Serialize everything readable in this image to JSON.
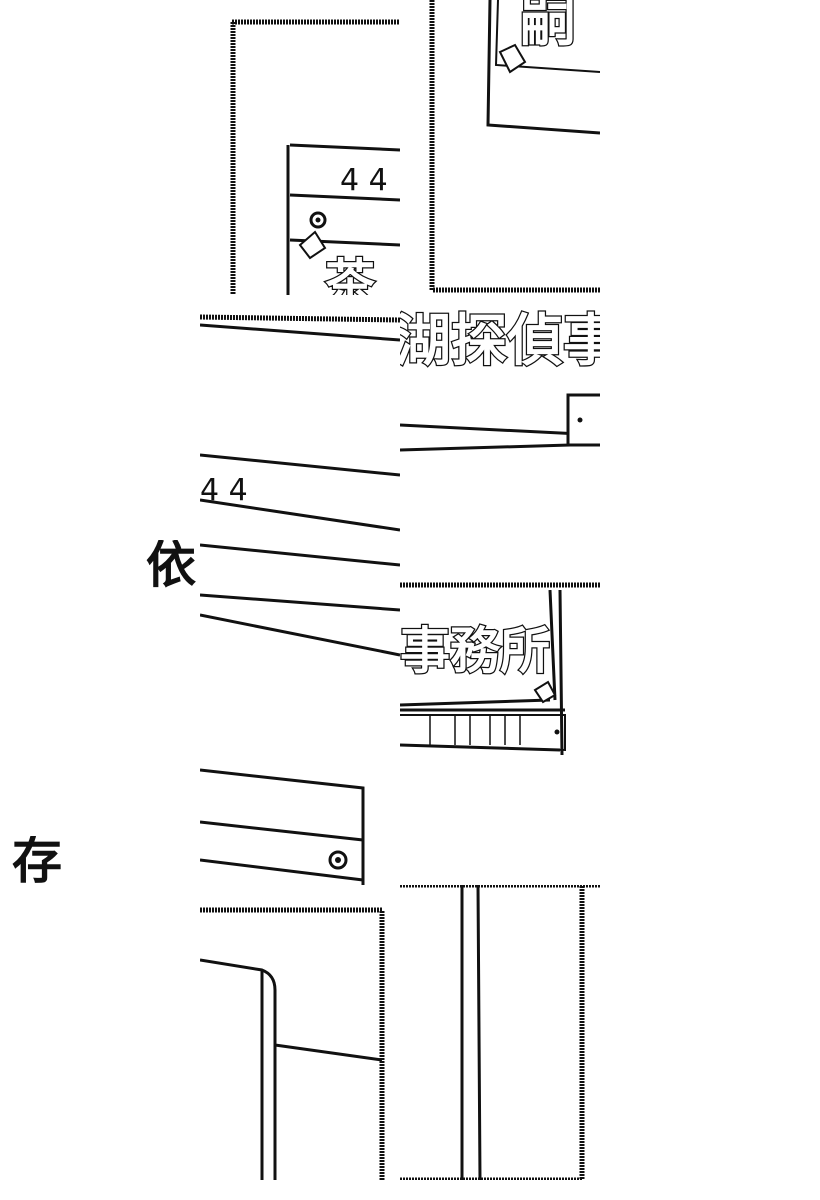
{
  "captions": {
    "first": "依",
    "second": "存"
  },
  "sign": {
    "top_partial": "湖探偵事",
    "bottom_partial": "事務所",
    "title_fragment": "茶",
    "second_fragment": "所"
  },
  "numbers": {
    "top": "4 4",
    "middle": "4 4"
  },
  "colors": {
    "ink": "#111111",
    "paper": "#ffffff"
  }
}
